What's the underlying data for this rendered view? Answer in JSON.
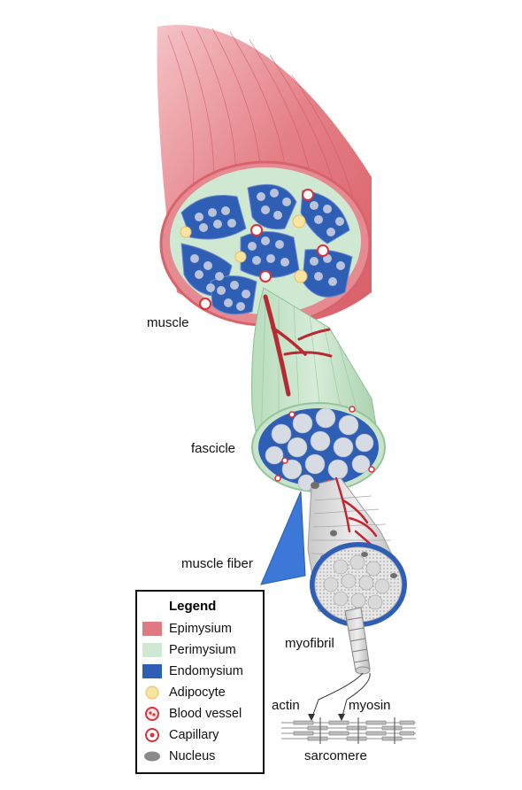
{
  "labels": {
    "muscle": "muscle",
    "fascicle": "fascicle",
    "muscle_fiber": "muscle fiber",
    "myofibril": "myofibril",
    "actin": "actin",
    "myosin": "myosin",
    "sarcomere": "sarcomere"
  },
  "legend": {
    "title": "Legend",
    "items": [
      {
        "label": "Epimysium",
        "icon": "swatch",
        "color": "#e07a80"
      },
      {
        "label": "Perimysium",
        "icon": "swatch",
        "color": "#cfe8d2"
      },
      {
        "label": "Endomysium",
        "icon": "swatch",
        "color": "#2f5fb5"
      },
      {
        "label": "Adipocyte",
        "icon": "adipocyte-icon",
        "color": "#f8e4a0"
      },
      {
        "label": "Blood vessel",
        "icon": "blood-vessel-icon",
        "color": "#d8323c"
      },
      {
        "label": "Capillary",
        "icon": "capillary-icon",
        "color": "#d8323c"
      },
      {
        "label": "Nucleus",
        "icon": "nucleus-icon",
        "color": "#8a8a8a"
      }
    ]
  }
}
